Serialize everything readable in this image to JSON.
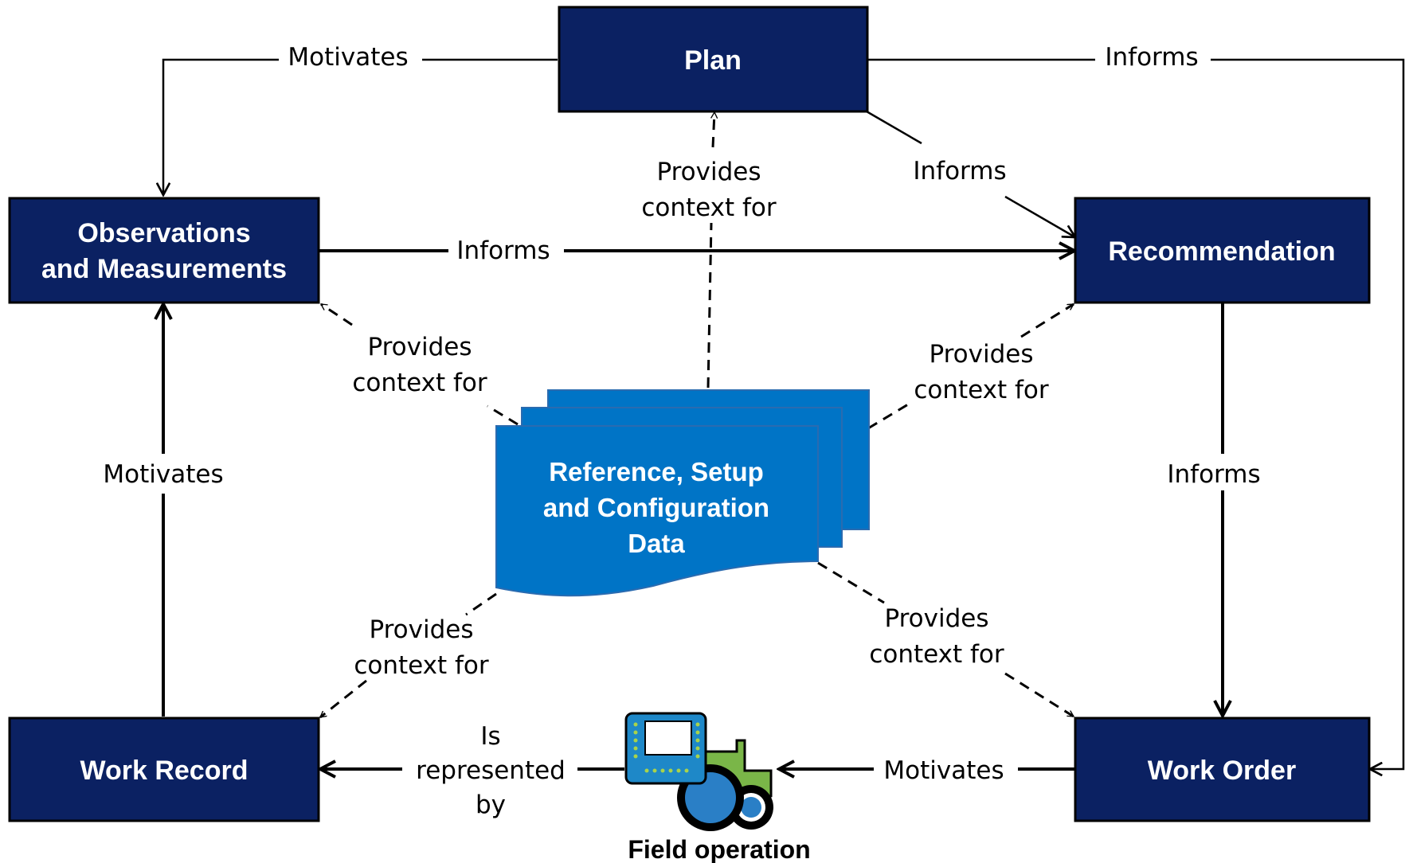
{
  "nodes": {
    "plan": "Plan",
    "observations_line1": "Observations",
    "observations_line2": "and Measurements",
    "recommendation": "Recommendation",
    "work_record": "Work Record",
    "work_order": "Work Order",
    "reference_line1": "Reference, Setup",
    "reference_line2": "and Configuration",
    "reference_line3": "Data",
    "field_operation": "Field operation"
  },
  "edges": {
    "plan_to_observations": "Motivates",
    "plan_to_work_order": "Informs",
    "plan_to_recommendation": "Informs",
    "observations_to_recommendation": "Informs",
    "recommendation_to_work_order": "Informs",
    "work_record_to_observations": "Motivates",
    "work_order_to_field_operation": "Motivates",
    "field_operation_to_work_record_line1": "Is",
    "field_operation_to_work_record_line2": "represented",
    "field_operation_to_work_record_line3": "by",
    "context_line1": "Provides",
    "context_line2": "context for"
  },
  "colors": {
    "node_fill": "#0b2162",
    "reference_fill": "#0074c6",
    "tractor_body": "#7ab648",
    "tractor_wheel": "#2a7fc6",
    "display_frame": "#1e88c8"
  },
  "icons": {
    "field_operation": "tractor-icon"
  }
}
